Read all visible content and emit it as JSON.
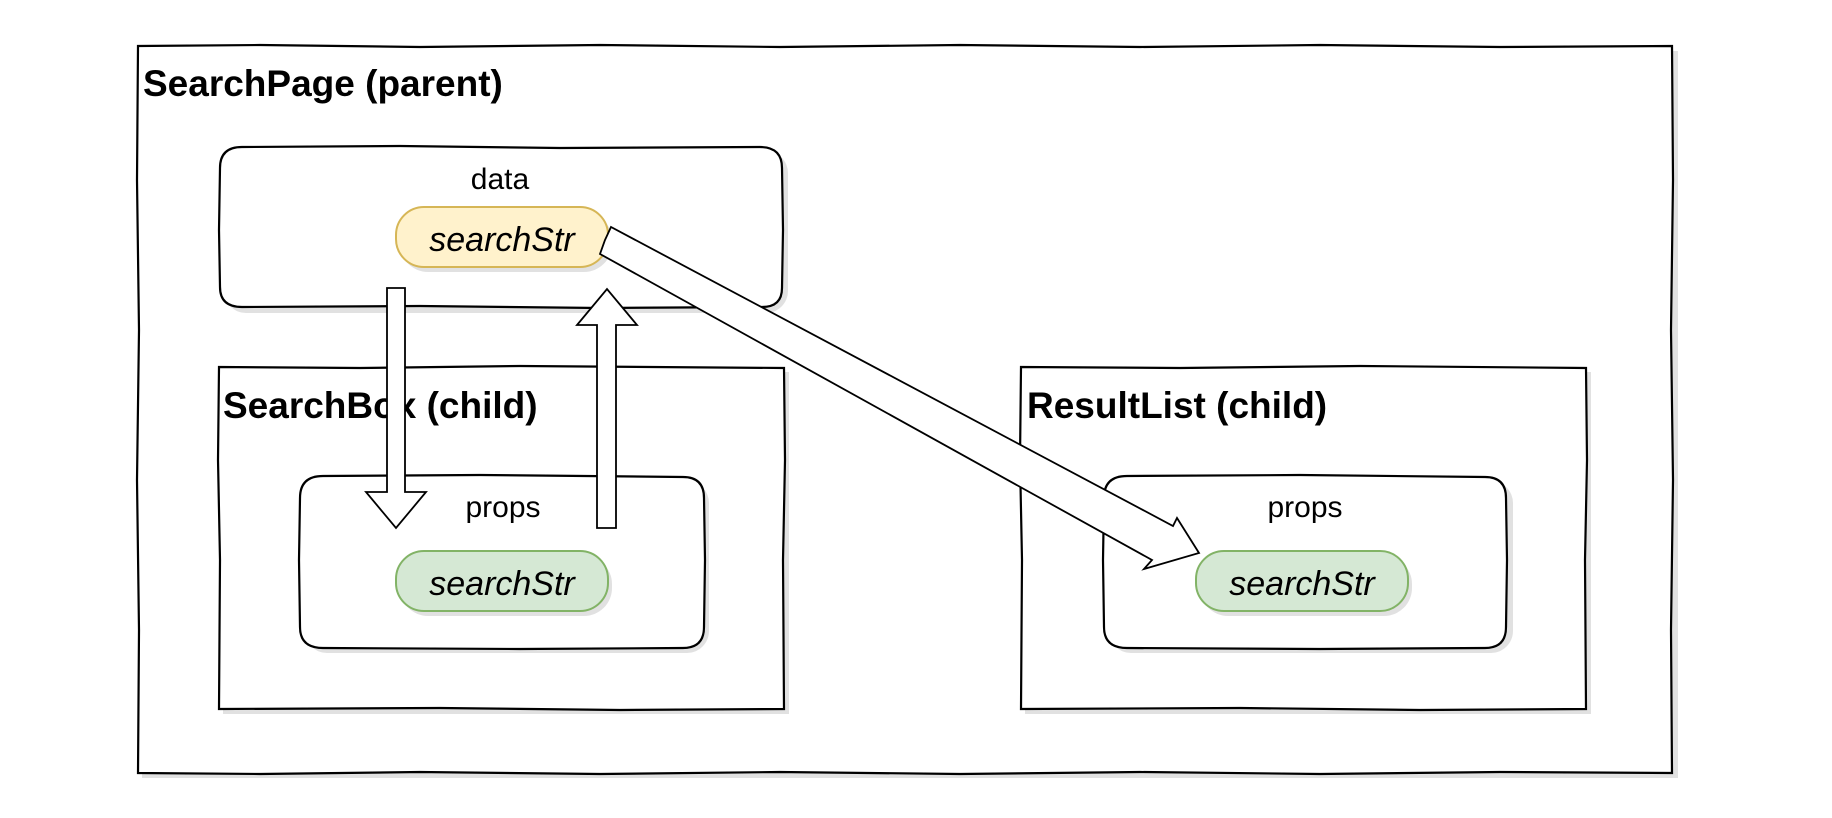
{
  "colors": {
    "parent_pill_fill": "#fff2cc",
    "parent_pill_stroke": "#d6b656",
    "child_pill_fill": "#d5e8d4",
    "child_pill_stroke": "#82b366"
  },
  "search_page": {
    "title": "SearchPage (parent)",
    "data_box": {
      "label": "data",
      "item": "searchStr"
    }
  },
  "search_box": {
    "title": "SearchBox (child)",
    "props_box": {
      "label": "props",
      "item": "searchStr"
    }
  },
  "result_list": {
    "title": "ResultList (child)",
    "props_box": {
      "label": "props",
      "item": "searchStr"
    }
  },
  "arrows": [
    {
      "from": "searchStr",
      "to": "SearchBox props.searchStr",
      "direction": "down"
    },
    {
      "from": "SearchBox props.searchStr",
      "to": "searchStr",
      "direction": "up"
    },
    {
      "from": "searchStr",
      "to": "ResultList props.searchStr",
      "direction": "diagonal"
    }
  ]
}
